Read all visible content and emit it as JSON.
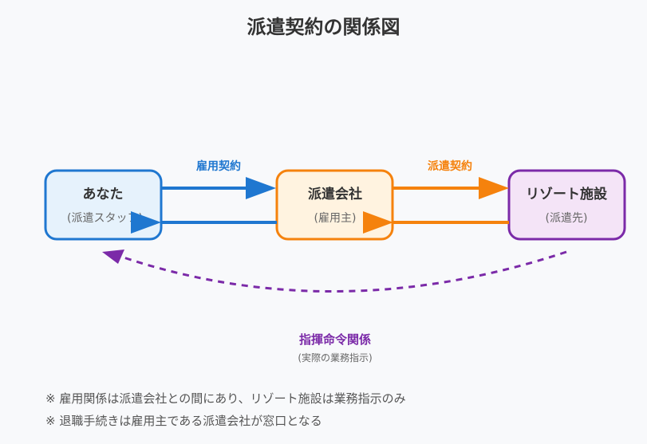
{
  "title": "派遣契約の関係図",
  "nodes": {
    "you": {
      "name": "あなた",
      "sub": "(派遣スタッフ)"
    },
    "agency": {
      "name": "派遣会社",
      "sub": "(雇用主)"
    },
    "resort": {
      "name": "リゾート施設",
      "sub": "(派遣先)"
    }
  },
  "edges": {
    "employment": "雇用契約",
    "dispatch": "派遣契約",
    "command": "指揮命令関係",
    "command_sub": "(実際の業務指示)"
  },
  "notes": [
    "※ 雇用関係は派遣会社との間にあり、リゾート施設は業務指示のみ",
    "※ 退職手続きは雇用主である派遣会社が窓口となる"
  ],
  "colors": {
    "blue": "#1f77d0",
    "orange": "#f5820d",
    "purple": "#7b2aa8",
    "you_fill": "#e6f2fc",
    "agency_fill": "#fff3e0",
    "resort_fill": "#f4e4f7"
  }
}
